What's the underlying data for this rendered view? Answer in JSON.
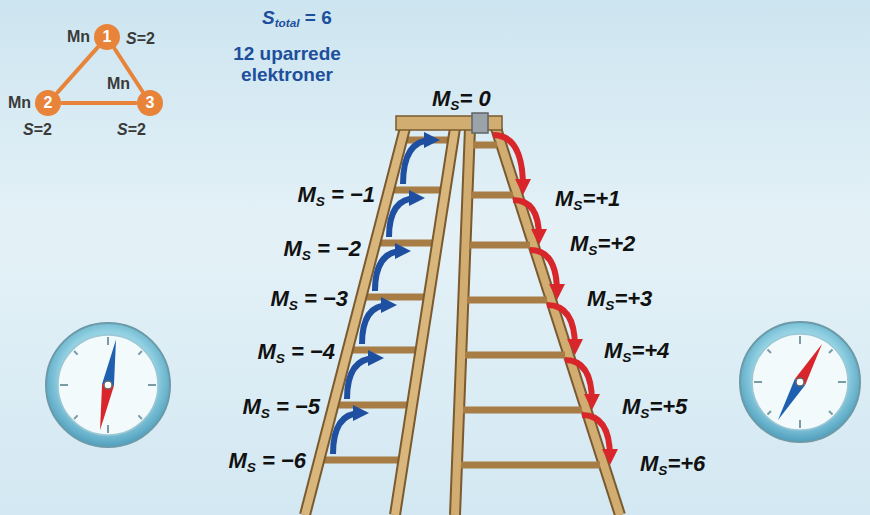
{
  "diagram": {
    "nodes": [
      {
        "text": [
          "Mn",
          "1",
          "S=2"
        ]
      },
      {
        "text": [
          "Mn",
          "2",
          "S=2"
        ]
      },
      {
        "text": [
          "Mn",
          "3",
          "S=2"
        ]
      }
    ],
    "edges": [
      {
        "from": 0,
        "to": 1,
        "arrow": "none"
      },
      {
        "from": 1,
        "to": 2,
        "arrow": "none"
      },
      {
        "from": 0,
        "to": 2,
        "arrow": "none"
      }
    ],
    "labels": [
      "Stotal = 6",
      "12 uparrede elektroner",
      "MS= 0",
      "MS = −1",
      "MS = −2",
      "MS = −3",
      "MS = −4",
      "MS = −5",
      "MS = −6",
      "MS=+1",
      "MS=+2",
      "MS=+3",
      "MS=+4",
      "MS=+5",
      "MS=+6"
    ]
  }
}
